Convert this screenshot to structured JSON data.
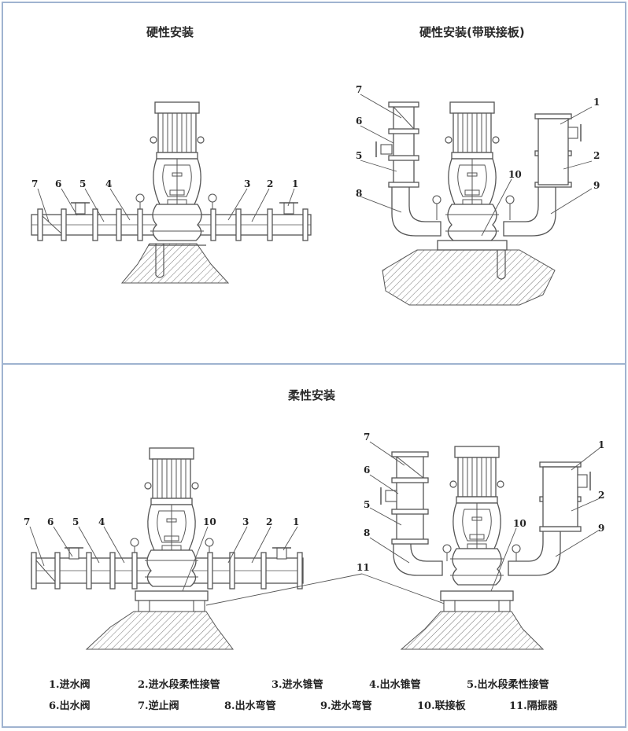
{
  "panels": {
    "rigid": {
      "title": "硬性安装"
    },
    "rigid_plate": {
      "title": "硬性安装(带联接板)"
    },
    "flexible": {
      "title": "柔性安装"
    }
  },
  "callouts": {
    "n1": "1",
    "n2": "2",
    "n3": "3",
    "n4": "4",
    "n5": "5",
    "n6": "6",
    "n7": "7",
    "n8": "8",
    "n9": "9",
    "n10": "10",
    "n11": "11"
  },
  "legend": [
    "1.进水阀",
    "2.进水段柔性接管",
    "3.进水锥管",
    "4.出水锥管",
    "5.出水段柔性接管",
    "6.出水阀",
    "7.逆止阀",
    "8.出水弯管",
    "9.进水弯管",
    "10.联接板",
    "11.隔振器"
  ],
  "colors": {
    "border": "#9fb3d0",
    "line": "#555555",
    "hatch": "#777777",
    "background": "#ffffff"
  }
}
